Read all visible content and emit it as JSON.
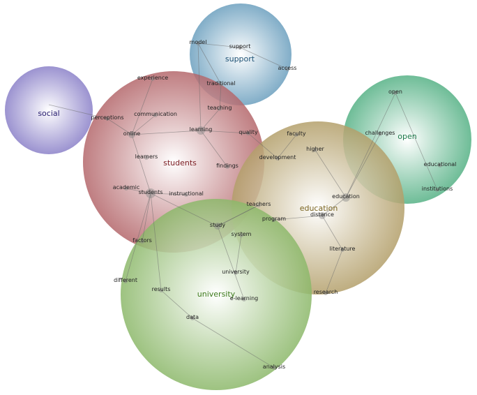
{
  "clusters": [
    {
      "id": "social",
      "label": "social",
      "color": "#8a80c8",
      "text_color": "#2a2070"
    },
    {
      "id": "support",
      "label": "support",
      "color": "#6b9fbe",
      "text_color": "#1e5275"
    },
    {
      "id": "students",
      "label": "students",
      "color": "#b4676b",
      "text_color": "#7a1a20"
    },
    {
      "id": "open",
      "label": "open",
      "color": "#55b185",
      "text_color": "#1d7a4a"
    },
    {
      "id": "education",
      "label": "education",
      "color": "#b39f6a",
      "text_color": "#7a6420"
    },
    {
      "id": "university",
      "label": "university",
      "color": "#8cb86a",
      "text_color": "#3d7a1c"
    }
  ],
  "nodes": [
    {
      "id": "model",
      "label": "model"
    },
    {
      "id": "support",
      "label": "support"
    },
    {
      "id": "access",
      "label": "access"
    },
    {
      "id": "traditional",
      "label": "traditional"
    },
    {
      "id": "teaching",
      "label": "teaching"
    },
    {
      "id": "learning",
      "label": "learning"
    },
    {
      "id": "experience",
      "label": "experience"
    },
    {
      "id": "communication",
      "label": "communication"
    },
    {
      "id": "perceptions",
      "label": "perceptions"
    },
    {
      "id": "online",
      "label": "online"
    },
    {
      "id": "quality",
      "label": "quality"
    },
    {
      "id": "learners",
      "label": "learners"
    },
    {
      "id": "findings",
      "label": "findings"
    },
    {
      "id": "academic",
      "label": "academic"
    },
    {
      "id": "students",
      "label": "students"
    },
    {
      "id": "instructional",
      "label": "instructional"
    },
    {
      "id": "open",
      "label": "open"
    },
    {
      "id": "challenges",
      "label": "challenges"
    },
    {
      "id": "educational",
      "label": "educational"
    },
    {
      "id": "institutions",
      "label": "institutions"
    },
    {
      "id": "faculty",
      "label": "faculty"
    },
    {
      "id": "higher",
      "label": "higher"
    },
    {
      "id": "development",
      "label": "development"
    },
    {
      "id": "education",
      "label": "education"
    },
    {
      "id": "distance",
      "label": "distance"
    },
    {
      "id": "teachers",
      "label": "teachers"
    },
    {
      "id": "program",
      "label": "program"
    },
    {
      "id": "study",
      "label": "study"
    },
    {
      "id": "system",
      "label": "system"
    },
    {
      "id": "literature",
      "label": "literature"
    },
    {
      "id": "research",
      "label": "research"
    },
    {
      "id": "factors",
      "label": "factors"
    },
    {
      "id": "different",
      "label": "different"
    },
    {
      "id": "results",
      "label": "results"
    },
    {
      "id": "university",
      "label": "university"
    },
    {
      "id": "e-learning",
      "label": "e-learning"
    },
    {
      "id": "data",
      "label": "data"
    },
    {
      "id": "analysis",
      "label": "analysis"
    }
  ],
  "edges": [
    [
      "perceptions",
      "social"
    ],
    [
      "online",
      "perceptions"
    ],
    [
      "online",
      "experience"
    ],
    [
      "online",
      "communication"
    ],
    [
      "online",
      "learning"
    ],
    [
      "online",
      "students"
    ],
    [
      "learning",
      "model"
    ],
    [
      "learning",
      "teaching"
    ],
    [
      "teaching",
      "traditional"
    ],
    [
      "traditional",
      "model"
    ],
    [
      "learning",
      "quality"
    ],
    [
      "learning",
      "findings"
    ],
    [
      "quality",
      "development"
    ],
    [
      "development",
      "faculty"
    ],
    [
      "higher",
      "education"
    ],
    [
      "education",
      "challenges"
    ],
    [
      "education",
      "open"
    ],
    [
      "open",
      "institutions"
    ],
    [
      "distance",
      "education"
    ],
    [
      "distance",
      "program"
    ],
    [
      "distance",
      "literature"
    ],
    [
      "literature",
      "research"
    ],
    [
      "teachers",
      "study"
    ],
    [
      "students",
      "academic"
    ],
    [
      "students",
      "instructional"
    ],
    [
      "students",
      "study"
    ],
    [
      "students",
      "factors"
    ],
    [
      "students",
      "different"
    ],
    [
      "students",
      "results"
    ],
    [
      "results",
      "data"
    ],
    [
      "data",
      "analysis"
    ],
    [
      "system",
      "university"
    ],
    [
      "study",
      "e-learning"
    ],
    [
      "model",
      "support"
    ],
    [
      "support",
      "access"
    ],
    [
      "study",
      "teachers"
    ]
  ]
}
